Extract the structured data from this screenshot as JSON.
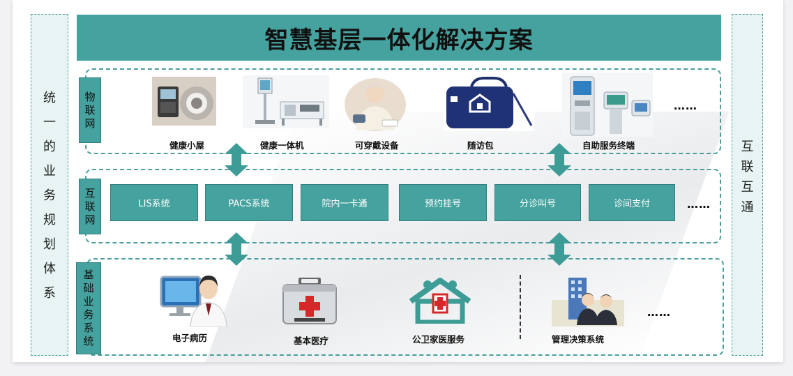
{
  "title": "智慧基层一体化解决方案",
  "left_panel": {
    "chars": [
      "统",
      "一",
      "的",
      "业",
      "务",
      "规",
      "划",
      "体",
      "系"
    ]
  },
  "right_panel": {
    "chars": [
      "互",
      "联",
      "互",
      "通"
    ]
  },
  "iot": {
    "label_chars": [
      "物",
      "联",
      "网"
    ],
    "devices": [
      {
        "label": "健康小屋",
        "icon": "health-kiosk-icon"
      },
      {
        "label": "健康一体机",
        "icon": "health-all-in-one-icon"
      },
      {
        "label": "可穿戴设备",
        "icon": "wearable-device-icon"
      },
      {
        "label": "随访包",
        "icon": "followup-bag-icon"
      },
      {
        "label": "自助服务终端",
        "icon": "self-service-terminal-icon"
      }
    ],
    "more": "……"
  },
  "internet": {
    "label_chars": [
      "互",
      "联",
      "网"
    ],
    "systems": [
      "LIS系统",
      "PACS系统",
      "院内一卡通",
      "预约挂号",
      "分诊叫号",
      "诊间支付"
    ],
    "more": "……"
  },
  "base": {
    "label_chars": [
      "基",
      "础",
      "业",
      "务",
      "系",
      "统"
    ],
    "items": [
      {
        "label": "电子病历",
        "icon": "doctor-monitor-icon"
      },
      {
        "label": "基本医疗",
        "icon": "first-aid-kit-icon"
      },
      {
        "label": "公卫家医服务",
        "icon": "family-health-icon"
      },
      {
        "label": "管理决策系统",
        "icon": "management-building-icon"
      }
    ],
    "more": "……"
  },
  "colors": {
    "teal": "#46a29e",
    "panel_bg": "#e7f4f3",
    "dashed": "#4a9f9c"
  }
}
